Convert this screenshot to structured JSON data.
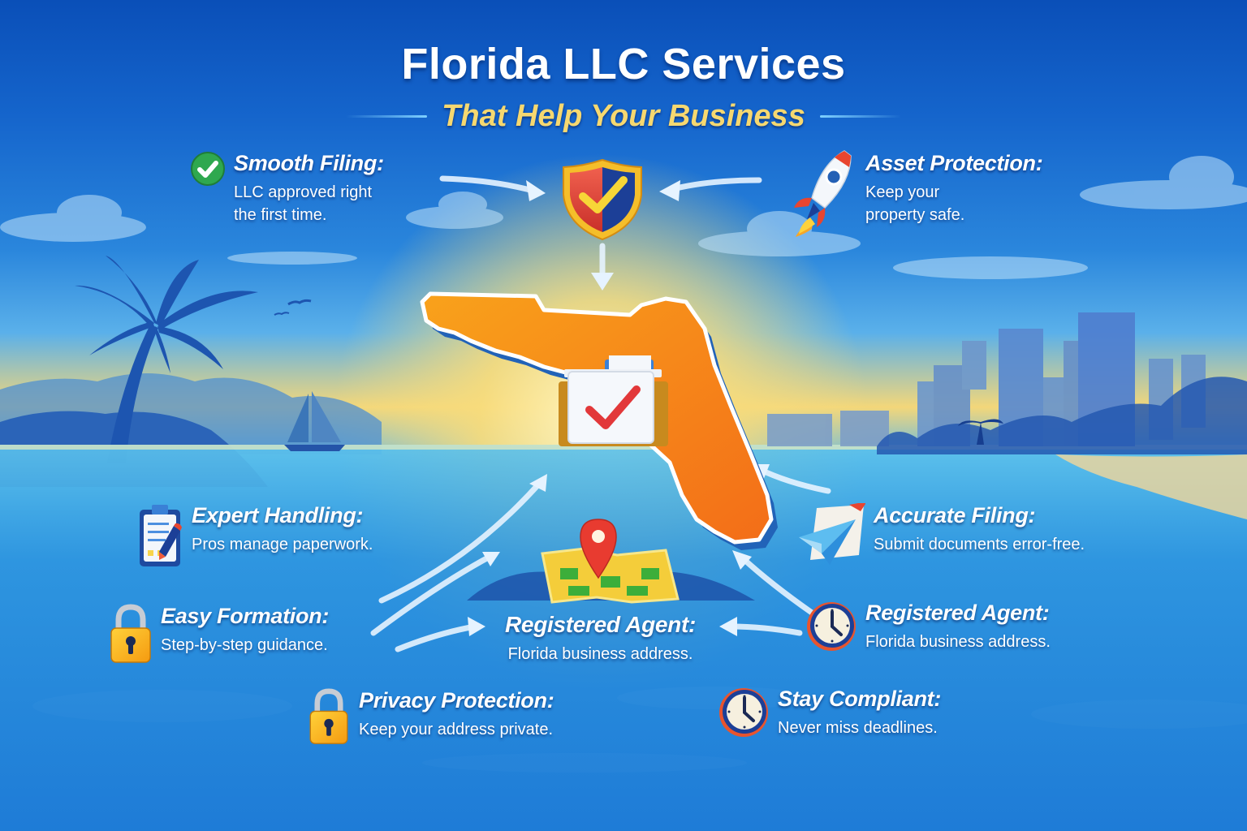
{
  "header": {
    "title": "Florida LLC Services",
    "subtitle": "That Help Your Business"
  },
  "features": [
    {
      "id": "smooth-filing",
      "icon": "green-check-circle-icon",
      "title": "Smooth Filing:",
      "description_lines": [
        "LLC approved right",
        "the first time."
      ]
    },
    {
      "id": "asset-protection",
      "icon": "rocket-icon",
      "title": "Asset Protection:",
      "description_lines": [
        "Keep your",
        "property safe."
      ]
    },
    {
      "id": "expert-handling",
      "icon": "clipboard-pencil-icon",
      "title": "Expert Handling:",
      "description_lines": [
        "Pros manage paperwork."
      ]
    },
    {
      "id": "accurate-filing",
      "icon": "paper-plane-icon",
      "title": "Accurate Filing:",
      "description_lines": [
        "Submit documents error-free."
      ]
    },
    {
      "id": "easy-formation",
      "icon": "padlock-icon",
      "title": "Easy Formation:",
      "description_lines": [
        "Step-by-step guidance."
      ]
    },
    {
      "id": "registered-agent-center",
      "icon": "map-pin-icon",
      "title": "Registered Agent:",
      "description_lines": [
        "Florida business address."
      ]
    },
    {
      "id": "registered-agent-right",
      "icon": "clock-icon",
      "title": "Registered Agent:",
      "description_lines": [
        "Florida business address."
      ]
    },
    {
      "id": "privacy-protection",
      "icon": "padlock-icon",
      "title": "Privacy Protection:",
      "description_lines": [
        "Keep your address private."
      ]
    },
    {
      "id": "stay-compliant",
      "icon": "clock-icon",
      "title": "Stay Compliant:",
      "description_lines": [
        "Never miss deadlines."
      ]
    }
  ],
  "center_graphics": {
    "shield": "shield-check-icon",
    "state_map": "florida-map",
    "folder": "folder-check-icon",
    "map": "folded-map-icon"
  },
  "colors": {
    "title": "#ffffff",
    "subtitle": "#f6d870",
    "sky_top": "#0a4fb8",
    "sea": "#2080dc",
    "florida_orange": "#f7941d",
    "sun": "#f3d77a"
  }
}
